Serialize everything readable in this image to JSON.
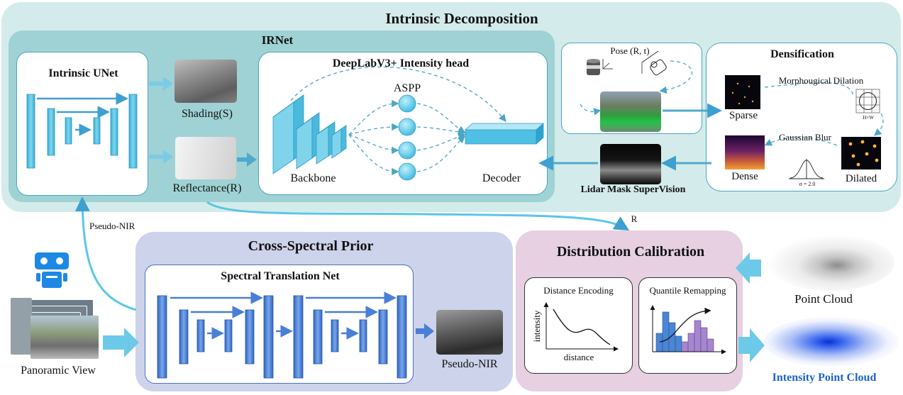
{
  "intrinsic": {
    "title": "Intrinsic Decomposition",
    "irnet_title": "IRNet",
    "unet_title": "Intrinsic UNet",
    "shading_label": "Shading(S)",
    "reflectance_label": "Reflectance(R)",
    "deeplab_title": "DeepLabV3+  Intensity head",
    "aspp_label": "ASPP",
    "backbone_label": "Backbone",
    "decoder_label": "Decoder",
    "pose_label": "Pose (R, t)",
    "lidar_mask_label": "Lidar Mask  SuperVision",
    "densification": {
      "title": "Densification",
      "morph_label": "Morphougical Dilation",
      "sparse_label": "Sparse",
      "gaussian_label": "Gaussian Blur",
      "dense_label": "Dense",
      "dilated_label": "Dilated",
      "hw_label": "H×W",
      "sigma_label": "σ = 2.0"
    }
  },
  "pseudo_nir_arrow_label": "Pseudo-NIR",
  "r_label": "R",
  "cross_spectral": {
    "title": "Cross-Spectral Prior",
    "net_title": "Spectral Translation Net",
    "output_label": "Pseudo-NIR"
  },
  "panoramic_label": "Panoramic View",
  "calibration": {
    "title": "Distribution Calibration",
    "distance_title": "Distance Encoding",
    "distance_ylabel": "intensity",
    "distance_xlabel": "distance",
    "quantile_title": "Quantile Remapping"
  },
  "point_cloud_label": "Point Cloud",
  "intensity_cloud_label": "Intensity Point Cloud",
  "colors": {
    "teal_outer": "#d3ebeb",
    "teal_inner": "#9fd3d5",
    "lavender": "#cdd3ea",
    "pink": "#e5cfe0",
    "cyan_block": "#5bc6e3",
    "blue_block": "#4d86d6",
    "arrow_cyan": "#5ab9d6",
    "title_blue": "#1d63c8"
  }
}
